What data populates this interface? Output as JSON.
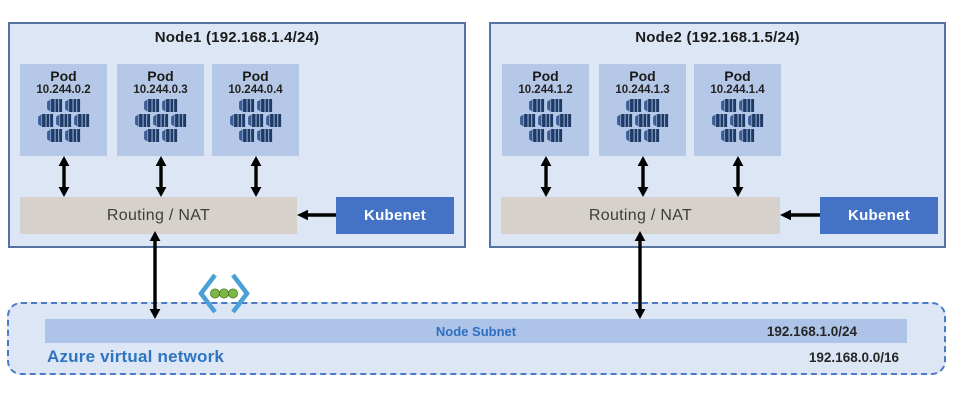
{
  "nodes": [
    {
      "title": "Node1 (192.168.1.4/24)",
      "pods": [
        {
          "label": "Pod",
          "ip": "10.244.0.2"
        },
        {
          "label": "Pod",
          "ip": "10.244.0.3"
        },
        {
          "label": "Pod",
          "ip": "10.244.0.4"
        }
      ],
      "routing_label": "Routing / NAT",
      "kubenet_label": "Kubenet"
    },
    {
      "title": "Node2 (192.168.1.5/24)",
      "pods": [
        {
          "label": "Pod",
          "ip": "10.244.1.2"
        },
        {
          "label": "Pod",
          "ip": "10.244.1.3"
        },
        {
          "label": "Pod",
          "ip": "10.244.1.4"
        }
      ],
      "routing_label": "Routing / NAT",
      "kubenet_label": "Kubenet"
    }
  ],
  "vnet": {
    "label": "Azure virtual network",
    "subnet": {
      "label": "Node Subnet",
      "cidr": "192.168.1.0/24"
    },
    "cidr": "192.168.0.0/16"
  },
  "icons": {
    "pod": "container-cluster-icon",
    "vnet": "virtual-network-icon",
    "vertical": "double-headed-arrow",
    "kubenet_to_routing": "left-arrow"
  },
  "colors": {
    "node_bg": "#dce6f5",
    "node_border": "#54749f",
    "pod_bg": "#b6c8e7",
    "pod_icon": "#203a66",
    "routing_bg": "#d6d2cb",
    "kubenet_bg": "#4473c5",
    "kubenet_text": "#ffffff",
    "subnet_bar_bg": "#adc4e8",
    "subnet_label_text": "#2f6ec1",
    "vnet_bg": "#dde6f5",
    "vnet_border": "#4a7bc4",
    "vnet_label_text": "#2e74c0",
    "arrow": "#000000",
    "vnet_icon_brackets": "#4ba0d8",
    "vnet_icon_dots": "#7ab648"
  }
}
